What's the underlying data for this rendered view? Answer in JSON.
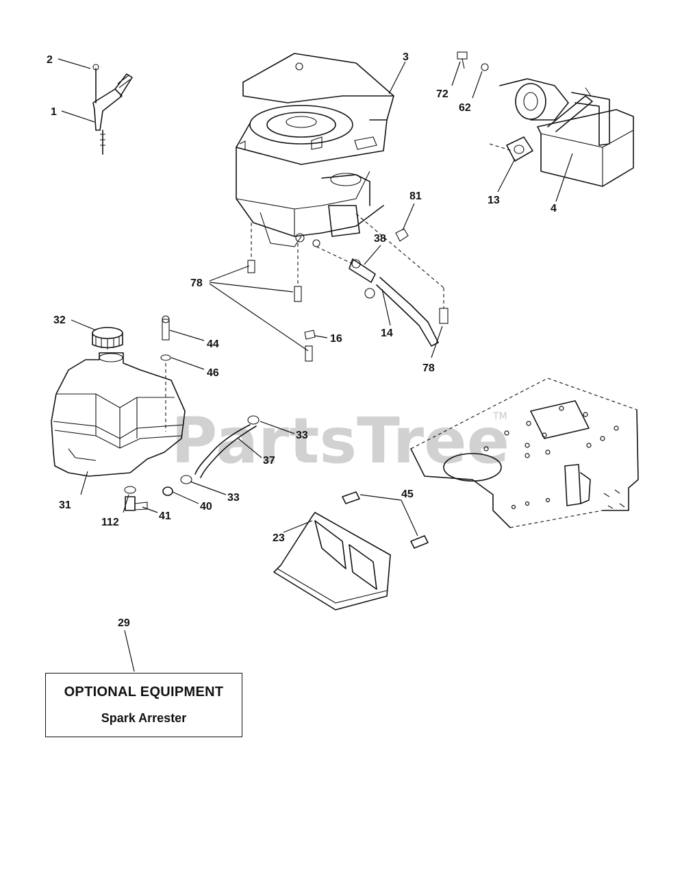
{
  "watermark": {
    "text": "PartsTree",
    "tm": "TM"
  },
  "callouts": {
    "c1": "1",
    "c2": "2",
    "c3": "3",
    "c4": "4",
    "c13": "13",
    "c14": "14",
    "c16": "16",
    "c23": "23",
    "c29": "29",
    "c31": "31",
    "c32": "32",
    "c33a": "33",
    "c33b": "33",
    "c37": "37",
    "c38": "38",
    "c40": "40",
    "c41": "41",
    "c44": "44",
    "c45": "45",
    "c46": "46",
    "c62": "62",
    "c72": "72",
    "c78a": "78",
    "c78b": "78",
    "c81": "81",
    "c112": "112"
  },
  "optional_box": {
    "title": "OPTIONAL EQUIPMENT",
    "subtitle": "Spark Arrester"
  }
}
